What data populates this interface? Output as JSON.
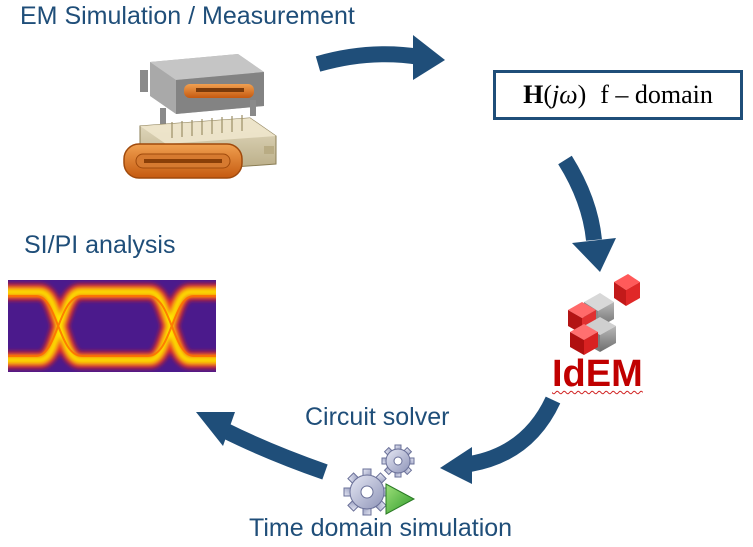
{
  "labels": {
    "em_simulation": "EM Simulation / Measurement",
    "si_pi_analysis": "SI/PI analysis",
    "circuit_solver": "Circuit solver",
    "time_domain": "Time domain simulation",
    "idem": "IdEM"
  },
  "transfer_function": {
    "symbol": "H",
    "open_paren": "(",
    "argument": "jω",
    "close_paren": ")",
    "domain": "f – domain"
  },
  "colors": {
    "arrow": "#1f4e79",
    "label_text": "#1f4e79",
    "idem_red": "#c00000",
    "eye_background": "#4b1a8c",
    "eye_hot": "#ffe800",
    "eye_mid": "#ff2a10"
  },
  "icons": {
    "connector": "usb-c-connector-icon",
    "idem_logo": "stacked-cubes-icon",
    "solver": "gears-play-icon",
    "eye": "eye-diagram-icon"
  }
}
